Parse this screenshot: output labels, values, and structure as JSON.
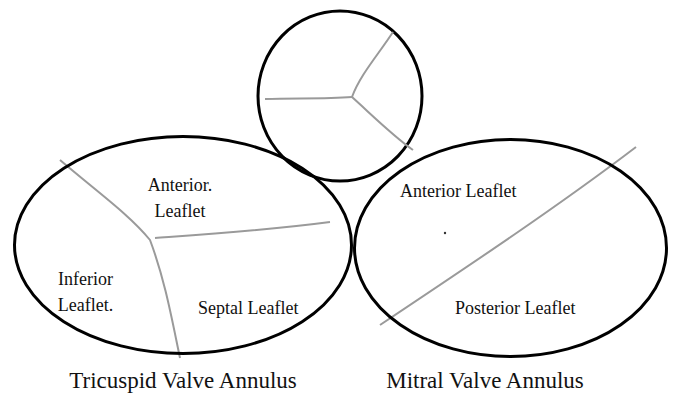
{
  "diagram": {
    "nodes": [
      {
        "text": [
          "Anterior. Leaflet",
          "Inferior Leaflet.",
          "Septal Leaflet",
          "Tricuspid Valve Annulus"
        ]
      },
      {
        "text": [
          "Anterior Leaflet",
          "Posterior Leaflet",
          "Mitral Valve Annulus"
        ]
      }
    ]
  }
}
